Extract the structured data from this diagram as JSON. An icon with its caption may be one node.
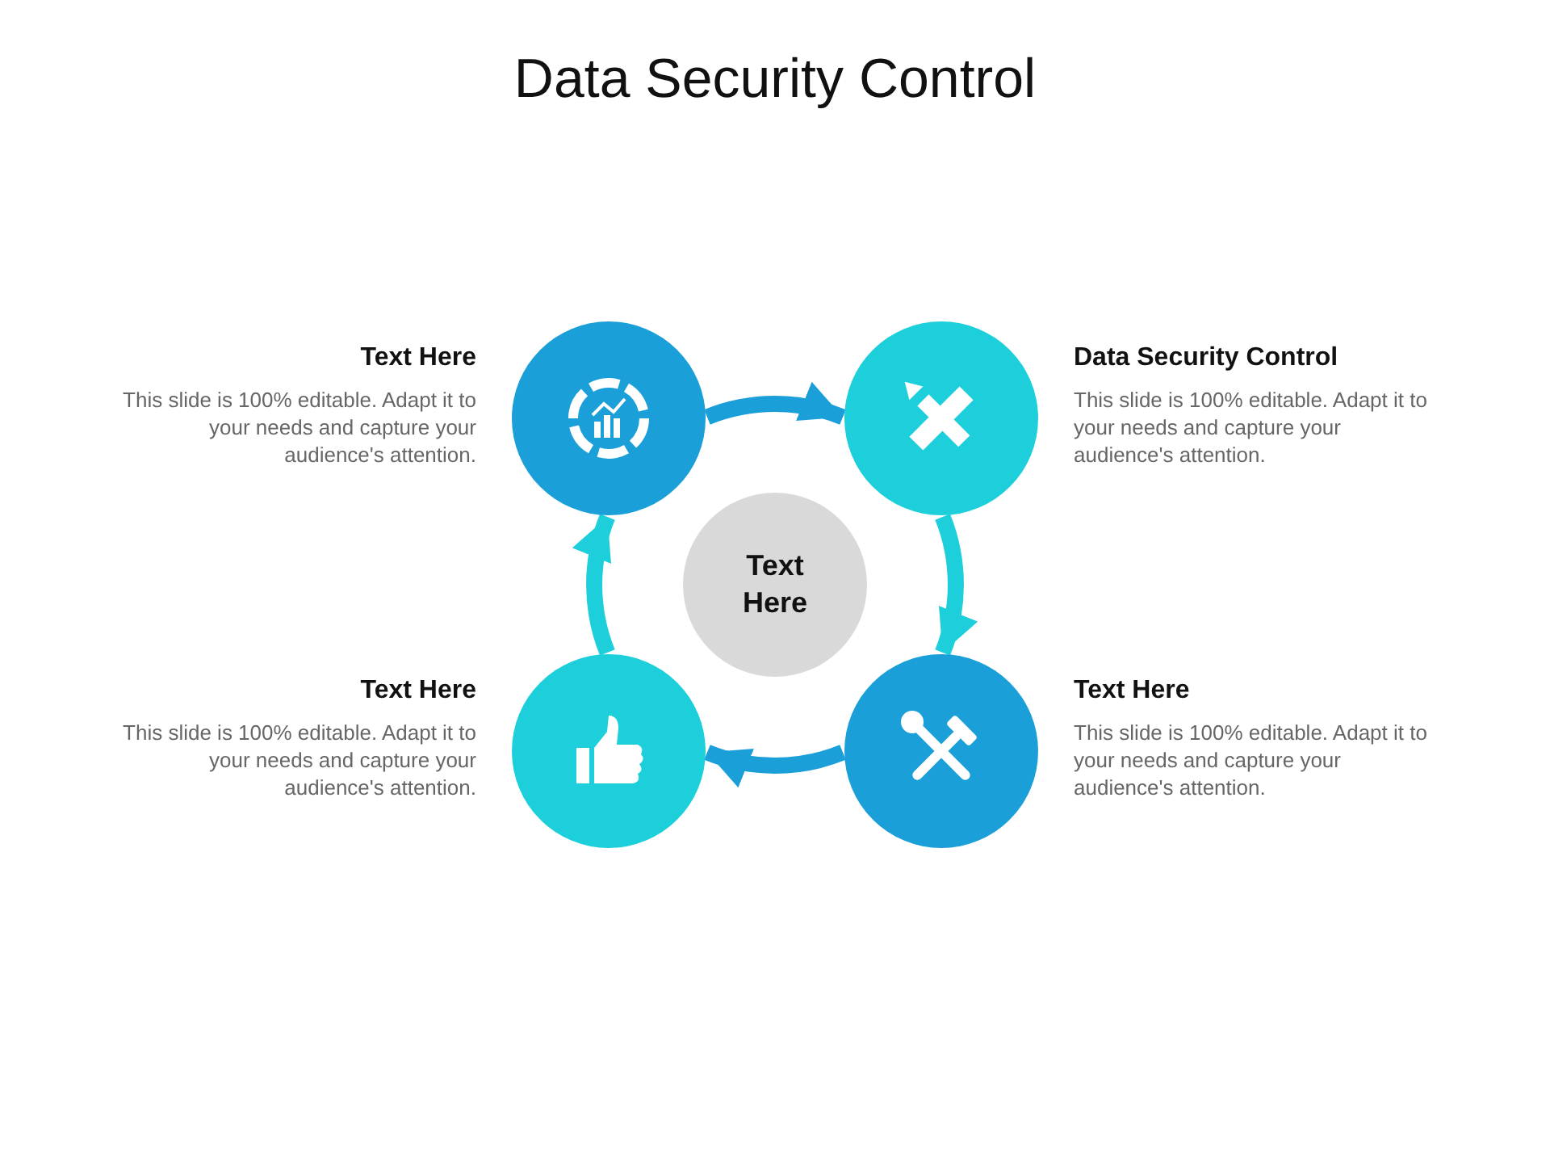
{
  "diagram": {
    "title": "Data Security Control",
    "nodes": [
      {
        "text": [],
        "shape": "circle",
        "beside": [
          "Text Here",
          "This slide is 100% editable. Adapt it to your needs and capture your audience's attention."
        ]
      },
      {
        "text": [],
        "shape": "circle",
        "beside": [
          "Data Security Control",
          "This slide is 100% editable. Adapt it to your needs and capture your audience's attention."
        ]
      },
      {
        "text": [
          "Text Here"
        ]
      },
      {
        "text": [],
        "shape": "circle",
        "beside": [
          "Text Here",
          "This slide is 100% editable. Adapt it to your needs and capture your audience's attention."
        ]
      },
      {
        "text": [],
        "shape": "circle",
        "beside": [
          "Text Here",
          "This slide is 100% editable. Adapt it to your needs and capture your audience's attention."
        ]
      }
    ],
    "edges": [
      {
        "from": 0,
        "to": 1,
        "arrow": "to",
        "color": "#1a9fd9"
      },
      {
        "from": 1,
        "to": 4,
        "arrow": "to",
        "color": "#1ccfdb"
      },
      {
        "from": 4,
        "to": 3,
        "arrow": "to",
        "color": "#1a9fd9"
      },
      {
        "from": 3,
        "to": 0,
        "arrow": "to",
        "color": "#1ccfdb"
      }
    ]
  }
}
